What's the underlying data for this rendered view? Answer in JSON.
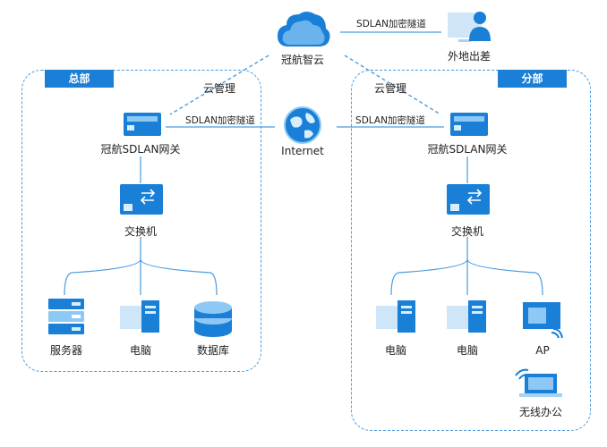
{
  "regions": {
    "hq_tag": "总部",
    "branch_tag": "分部"
  },
  "nodes": {
    "cloud": "冠航智云",
    "remote": "外地出差",
    "internet": "Internet",
    "hq_gateway": "冠航SDLAN网关",
    "hq_switch": "交换机",
    "hq_server": "服务器",
    "hq_pc": "电脑",
    "hq_db": "数据库",
    "br_gateway": "冠航SDLAN网关",
    "br_switch": "交换机",
    "br_pc1": "电脑",
    "br_pc2": "电脑",
    "br_ap": "AP",
    "br_wireless": "无线办公"
  },
  "links": {
    "tunnel_remote": "SDLAN加密隧道",
    "tunnel_hq": "SDLAN加密隧道",
    "tunnel_br": "SDLAN加密隧道",
    "mgmt_hq": "云管理",
    "mgmt_br": "云管理"
  },
  "colors": {
    "primary": "#1a7fd6",
    "light": "#8ec9f5",
    "line": "#4a9ce0"
  }
}
